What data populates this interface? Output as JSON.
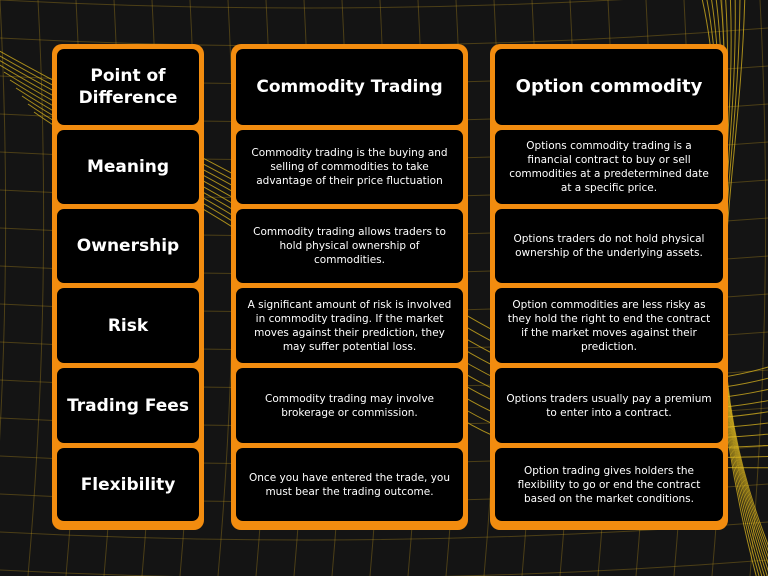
{
  "colors": {
    "accent": "#f28c0f",
    "background": "#141414",
    "cell": "#000000",
    "grid": "#e0b020"
  },
  "columns": [
    {
      "header": "Point of Difference",
      "cells": [
        "Meaning",
        "Ownership",
        "Risk",
        "Trading Fees",
        "Flexibility"
      ]
    },
    {
      "header": "Commodity Trading",
      "cells": [
        "Commodity trading is the buying and selling of commodities to take advantage of their price fluctuation",
        "Commodity trading allows traders to hold physical ownership of commodities.",
        "A significant amount of risk is involved in commodity trading. If the market moves against their prediction, they may suffer potential loss.",
        "Commodity trading may involve brokerage or commission.",
        "Once you have entered the trade, you must bear the trading outcome."
      ]
    },
    {
      "header": "Option commodity",
      "cells": [
        "Options commodity trading is a financial contract to buy or sell commodities at a predetermined date at a specific price.",
        "Options traders do not hold physical ownership of the underlying assets.",
        "Option commodities are less risky as they hold the right to end the contract if the market moves against their prediction.",
        "Options traders usually pay a premium to enter into a contract.",
        "Option trading gives holders the flexibility to go or end the contract based on the market conditions."
      ]
    }
  ]
}
